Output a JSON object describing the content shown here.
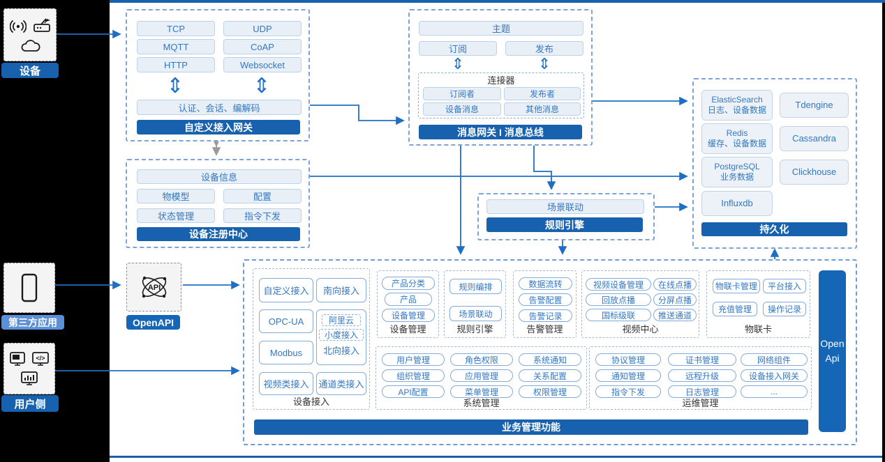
{
  "colors": {
    "accent_blue": "#1761ae",
    "button_text_blue": "#3377c2",
    "arrow_blue": "#1e6ec6",
    "dashed_border_blue": "#7da3d8",
    "third_party_label_blue": "#5b90d7",
    "light_button_fill": "#e9eff7"
  },
  "icons": {
    "double_arrow": "⇕",
    "device_icons": [
      "wifi-signal-icon",
      "router-icon",
      "cloud-icon"
    ],
    "third_party_icons": [
      "phone-icon"
    ],
    "user_side_icons": [
      "app-window-icon",
      "code-window-icon",
      "chart-window-icon"
    ],
    "openapi_icon": "api-network-icon"
  },
  "left_rail": {
    "device_label": "设备",
    "third_party_label": "第三方应用",
    "user_side_label": "用户侧"
  },
  "openapi": {
    "label": "OpenAPI"
  },
  "custom_gateway": {
    "title": "自定义接入网关",
    "protocols": [
      "TCP",
      "UDP",
      "MQTT",
      "CoAP",
      "HTTP",
      "Websocket"
    ],
    "session_bar": "认证、会话、编解码"
  },
  "message_gateway": {
    "title": "消息网关 I 消息总线",
    "topic": "主题",
    "subscribe": "订阅",
    "publish": "发布",
    "connector": {
      "title": "连接器",
      "items": [
        "订阅者",
        "发布者",
        "设备消息",
        "其他消息"
      ]
    }
  },
  "persistence": {
    "title": "持久化",
    "stores": [
      {
        "name": "ElasticSearch",
        "desc": "日志、设备数据"
      },
      {
        "name": "Tdengine"
      },
      {
        "name": "Redis",
        "desc": "缓存、设备数据"
      },
      {
        "name": "Cassandra"
      },
      {
        "name": "PostgreSQL",
        "desc": "业务数据"
      },
      {
        "name": "Clickhouse"
      },
      {
        "name": "Influxdb"
      }
    ]
  },
  "device_registry": {
    "title": "设备注册中心",
    "full_row": "设备信息",
    "items": [
      "物模型",
      "配置",
      "状态管理",
      "指令下发"
    ]
  },
  "rule_engine_mid": {
    "title": "规则引擎",
    "item": "场景联动"
  },
  "business": {
    "title": "业务管理功能",
    "open_api_bar": "Open Api",
    "modules": {
      "device_access": {
        "label": "设备接入",
        "items": [
          "自定义接入",
          "南向接入",
          "OPC-UA",
          "Modbus",
          "视频类接入",
          "通道类接入"
        ],
        "north_group": {
          "dashed": [
            "阿里云",
            "小度接入"
          ],
          "label": "北向接入"
        }
      },
      "device_mgmt": {
        "label": "设备管理",
        "items": [
          "产品分类",
          "产品",
          "设备管理"
        ]
      },
      "rule_engine": {
        "label": "规则引擎",
        "items": [
          "规则编排",
          "场景联动"
        ]
      },
      "alarm": {
        "label": "告警管理",
        "items": [
          "数据流转",
          "告警配置",
          "告警记录"
        ]
      },
      "video": {
        "label": "视频中心",
        "items": [
          "视频设备管理",
          "在线点播",
          "回放点播",
          "分屏点播",
          "国标级联",
          "推送通道"
        ]
      },
      "iot_card": {
        "label": "物联卡",
        "items": [
          "物联卡管理",
          "平台接入",
          "充值管理",
          "操作记录"
        ]
      },
      "system": {
        "label": "系统管理",
        "items": [
          "用户管理",
          "角色权限",
          "系统通知",
          "组织管理",
          "应用管理",
          "关系配置",
          "API配置",
          "菜单管理",
          "权限管理"
        ]
      },
      "ops": {
        "label": "运维管理",
        "items": [
          "协议管理",
          "证书管理",
          "网络组件",
          "通知管理",
          "远程升级",
          "设备接入网关",
          "指令下发",
          "日志管理",
          "..."
        ]
      }
    }
  }
}
